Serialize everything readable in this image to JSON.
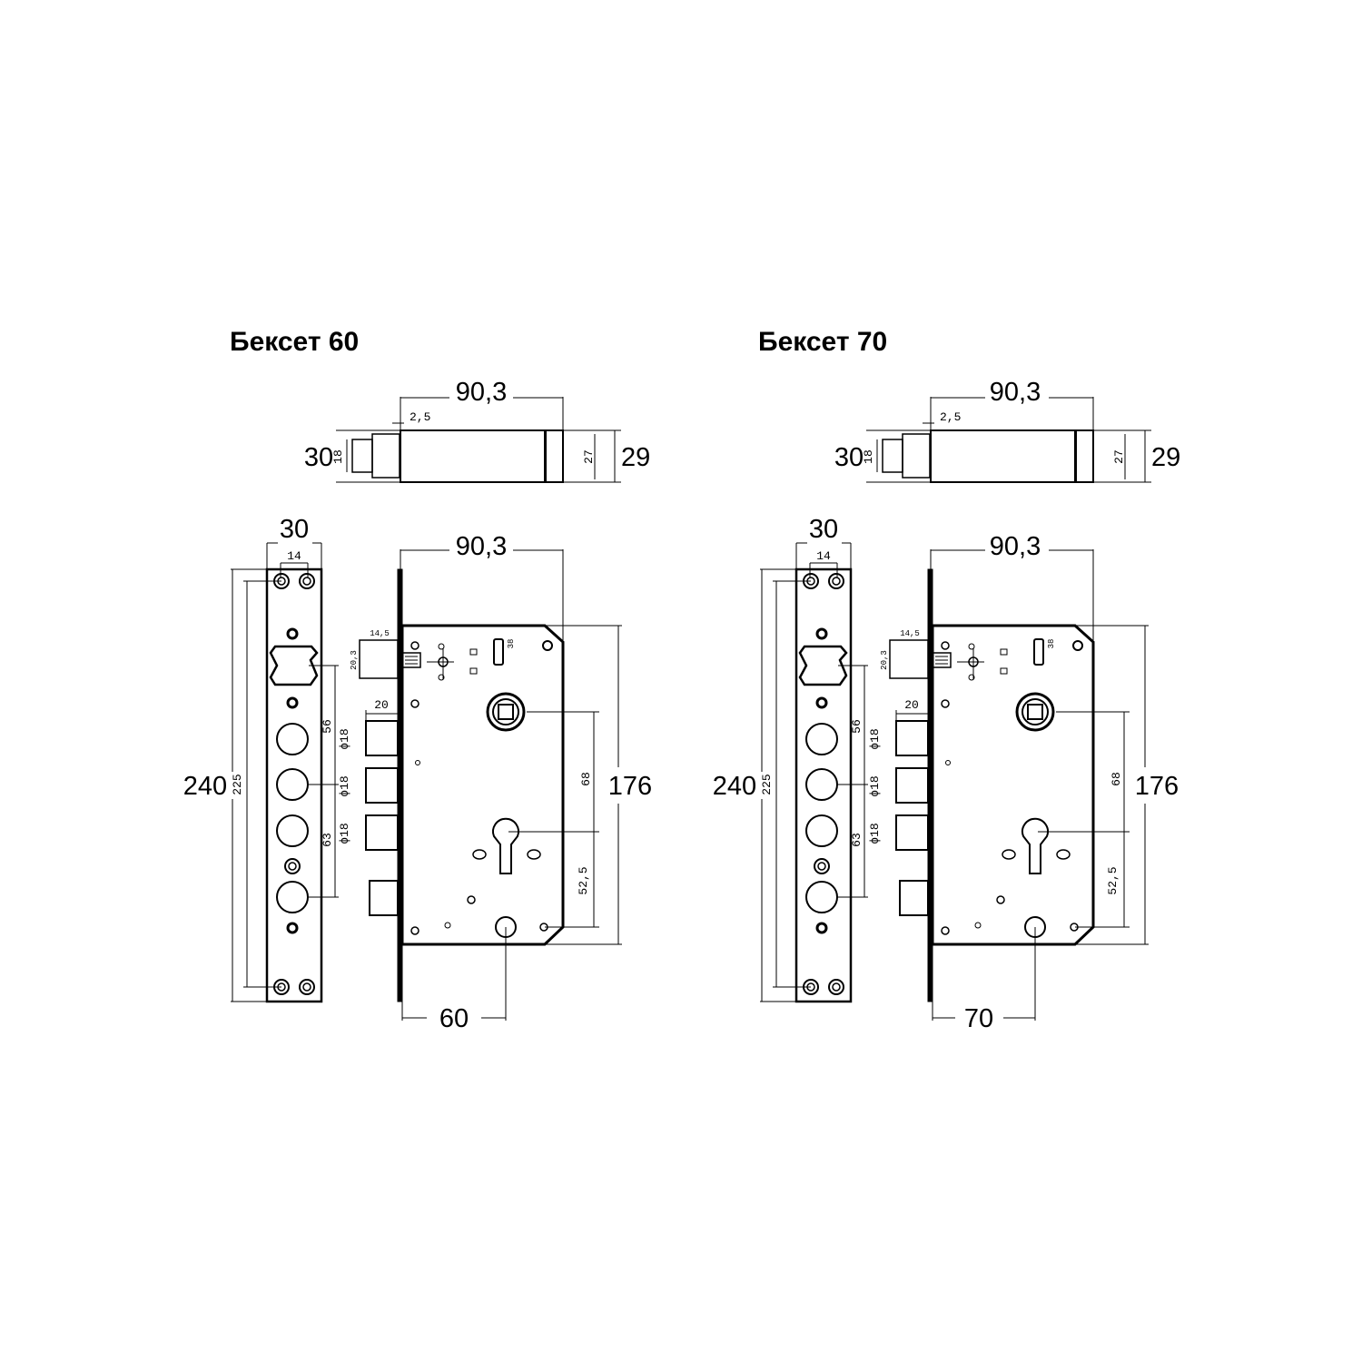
{
  "variants": [
    {
      "title": "Бексет 60",
      "side_view": {
        "length": "90,3",
        "offset": "2,5",
        "height": "30",
        "bolt_height": "18",
        "plate_height": "27",
        "total_height": "29"
      },
      "faceplate": {
        "width": "30",
        "hole_spacing": "14",
        "length": "240",
        "hole_distance": "225",
        "upper_gap": "56",
        "lower_gap": "63"
      },
      "body": {
        "length": "90,3",
        "latch_width": "14,5",
        "latch_height": "20,3",
        "bolt_depth": "20",
        "bolt_diameter_1": "ϕ18",
        "bolt_diameter_2": "ϕ18",
        "bolt_diameter_3": "ϕ18",
        "spindle_gap": "68",
        "height": "176",
        "cylinder_gap": "52,5",
        "backset": "60",
        "slot": "38"
      }
    },
    {
      "title": "Бексет 70",
      "side_view": {
        "length": "90,3",
        "offset": "2,5",
        "height": "30",
        "bolt_height": "18",
        "plate_height": "27",
        "total_height": "29"
      },
      "faceplate": {
        "width": "30",
        "hole_spacing": "14",
        "length": "240",
        "hole_distance": "225",
        "upper_gap": "56",
        "lower_gap": "63"
      },
      "body": {
        "length": "90,3",
        "latch_width": "14,5",
        "latch_height": "20,3",
        "bolt_depth": "20",
        "bolt_diameter_1": "ϕ18",
        "bolt_diameter_2": "ϕ18",
        "bolt_diameter_3": "ϕ18",
        "spindle_gap": "68",
        "height": "176",
        "cylinder_gap": "52,5",
        "backset": "70",
        "slot": "38"
      }
    }
  ]
}
